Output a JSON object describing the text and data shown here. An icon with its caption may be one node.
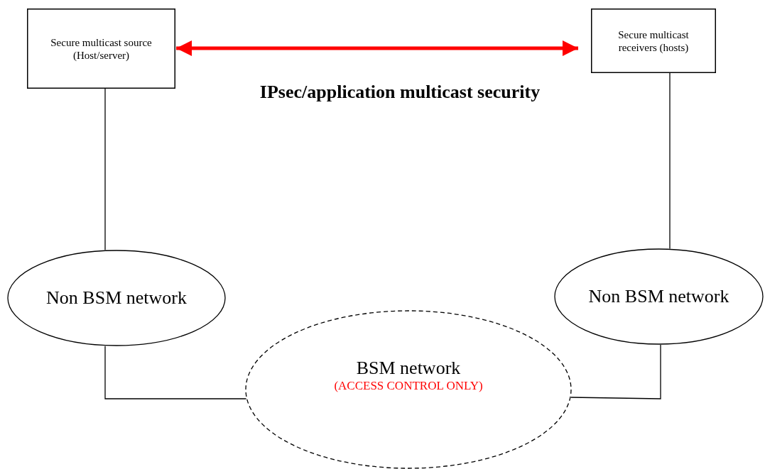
{
  "diagram": {
    "nodes": [
      {
        "text": [
          "Secure multicast source (Host/server)"
        ]
      },
      {
        "text": [
          "Secure multicast receivers (hosts)"
        ]
      },
      {
        "text": [
          "Non BSM network"
        ]
      },
      {
        "text": [
          "Non BSM network"
        ]
      },
      {
        "text": [
          "BSM network",
          "(ACCESS CONTROL ONLY)"
        ]
      }
    ],
    "edges": [
      {
        "from": 0,
        "to": 1,
        "arrow": "both",
        "style": "thick",
        "color": "#ff0000"
      },
      {
        "from": 0,
        "to": 2,
        "arrow": "none"
      },
      {
        "from": 1,
        "to": 3,
        "arrow": "none"
      },
      {
        "from": 2,
        "to": 4,
        "arrow": "none"
      },
      {
        "from": 3,
        "to": 4,
        "arrow": "none"
      }
    ],
    "labels": [
      "IPsec/application multicast security"
    ]
  }
}
